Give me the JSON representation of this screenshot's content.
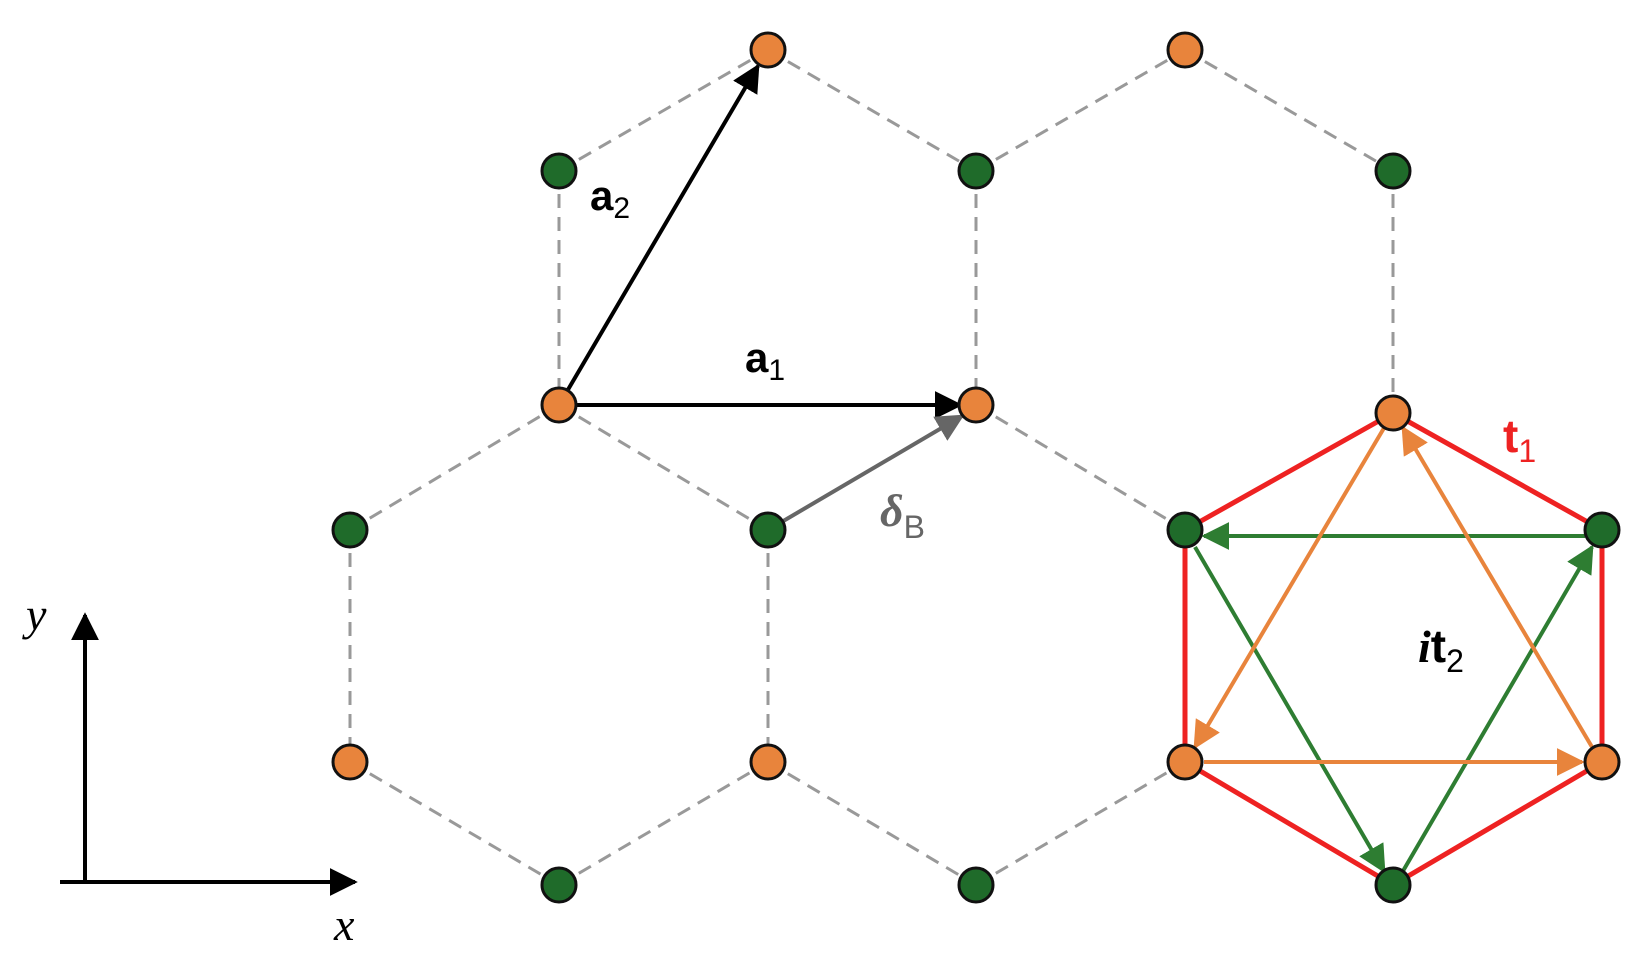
{
  "colors": {
    "site_a": "#e8843c",
    "site_b": "#1f6b2a",
    "bond": "#999999",
    "nn_hopping": "#ee2222",
    "nnn_a": "#e8843c",
    "nnn_b": "#2e7d32",
    "lattice_vector": "#000000",
    "delta_vector": "#666666"
  },
  "labels": {
    "a1": {
      "main": "a",
      "sub": "1"
    },
    "a2": {
      "main": "a",
      "sub": "2"
    },
    "deltaB": {
      "main": "δ",
      "sub": "B"
    },
    "t1": {
      "main": "t",
      "sub": "1"
    },
    "it2": {
      "pre": "i",
      "main": "t",
      "sub": "2"
    }
  },
  "axes": {
    "x_label": "x",
    "y_label": "y"
  }
}
